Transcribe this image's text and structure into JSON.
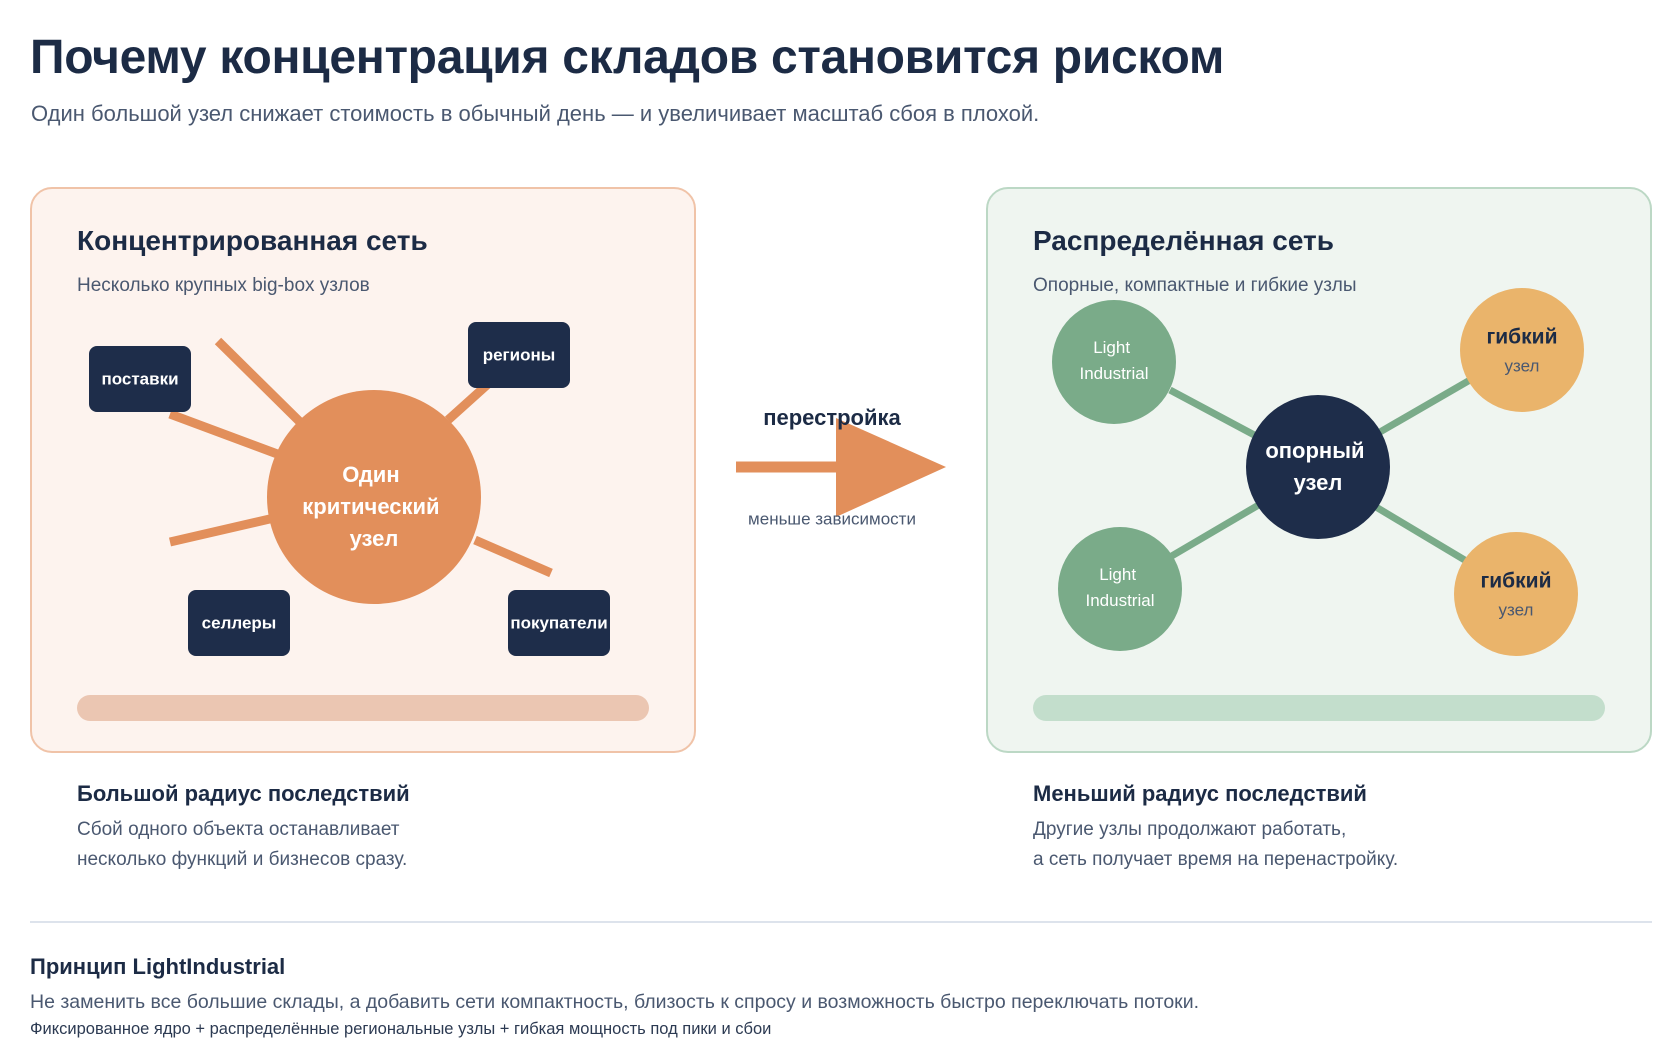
{
  "header": {
    "title": "Почему концентрация складов становится риском",
    "subtitle": "Один большой узел снижает стоимость в обычный день — и увеличивает масштаб сбоя в плохой."
  },
  "left_panel": {
    "title": "Концентрированная сеть",
    "subtitle": "Несколько крупных big-box узлов",
    "hub_lines": [
      "Один",
      "критический",
      "узел"
    ],
    "nodes": [
      "поставки",
      "регионы",
      "селлеры",
      "покупатели"
    ]
  },
  "transition": {
    "label": "перестройка",
    "sublabel": "меньше зависимости"
  },
  "right_panel": {
    "title": "Распределённая сеть",
    "subtitle": "Опорные, компактные и гибкие узлы",
    "hub_lines": [
      "опорный",
      "узел"
    ],
    "light_nodes": [
      {
        "line1": "Light",
        "line2": "Industrial"
      },
      {
        "line1": "Light",
        "line2": "Industrial"
      }
    ],
    "flex_nodes": [
      {
        "line1": "гибкий",
        "line2": "узел"
      },
      {
        "line1": "гибкий",
        "line2": "узел"
      }
    ]
  },
  "captions": {
    "left": {
      "title": "Большой радиус последствий",
      "line1": "Сбой одного объекта останавливает",
      "line2": "несколько функций и бизнесов сразу."
    },
    "right": {
      "title": "Меньший радиус последствий",
      "line1": "Другие узлы продолжают работать,",
      "line2": "а сеть получает время на перенастройку."
    }
  },
  "footer": {
    "title": "Принцип LightIndustrial",
    "text": "Не заменить все большие склады, а добавить сети компактность, близость к спросу и возможность быстро переключать потоки.",
    "note": "Фиксированное ядро + распределённые региональные узлы + гибкая мощность под пики и сбои"
  },
  "colors": {
    "navy": "#1e2d4a",
    "orange": "#e28f5b",
    "green": "#7aab89",
    "sand": "#eab46b",
    "left_panel_bg": "#fdf3ee",
    "right_panel_bg": "#eff5f0"
  }
}
